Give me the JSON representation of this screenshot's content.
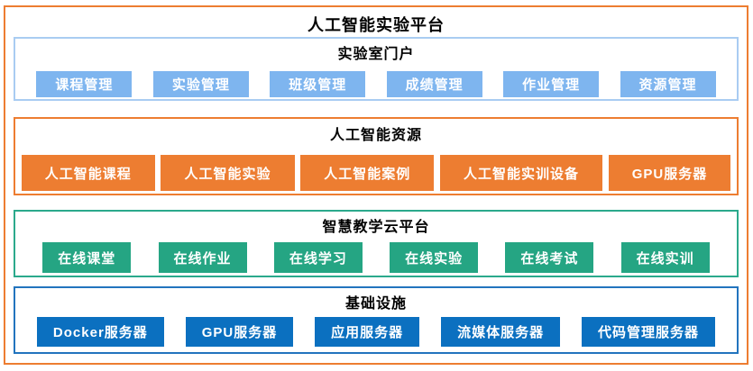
{
  "diagram": {
    "title": "人工智能实验平台",
    "sections": [
      {
        "title": "实验室门户",
        "theme": "lightblue",
        "items": [
          "课程管理",
          "实验管理",
          "班级管理",
          "成绩管理",
          "作业管理",
          "资源管理"
        ]
      },
      {
        "title": "人工智能资源",
        "theme": "orange",
        "items": [
          "人工智能课程",
          "人工智能实验",
          "人工智能案例",
          "人工智能实训设备",
          "GPU服务器"
        ]
      },
      {
        "title": "智慧教学云平台",
        "theme": "green",
        "items": [
          "在线课堂",
          "在线作业",
          "在线学习",
          "在线实验",
          "在线考试",
          "在线实训"
        ]
      },
      {
        "title": "基础设施",
        "theme": "blue",
        "items": [
          "Docker服务器",
          "GPU服务器",
          "应用服务器",
          "流媒体服务器",
          "代码管理服务器"
        ]
      }
    ],
    "colors": {
      "outer_border": "#ED7D31",
      "lightblue_fill": "#7EB5EF",
      "lightblue_border": "#A9CCF2",
      "orange_fill": "#ED7D31",
      "orange_border": "#ED7D31",
      "green_fill": "#25A583",
      "green_border": "#2BA98C",
      "blue_fill": "#0B70C0",
      "blue_border": "#2274BE",
      "title_text": "#000000",
      "button_text": "#FFFFFF"
    }
  }
}
